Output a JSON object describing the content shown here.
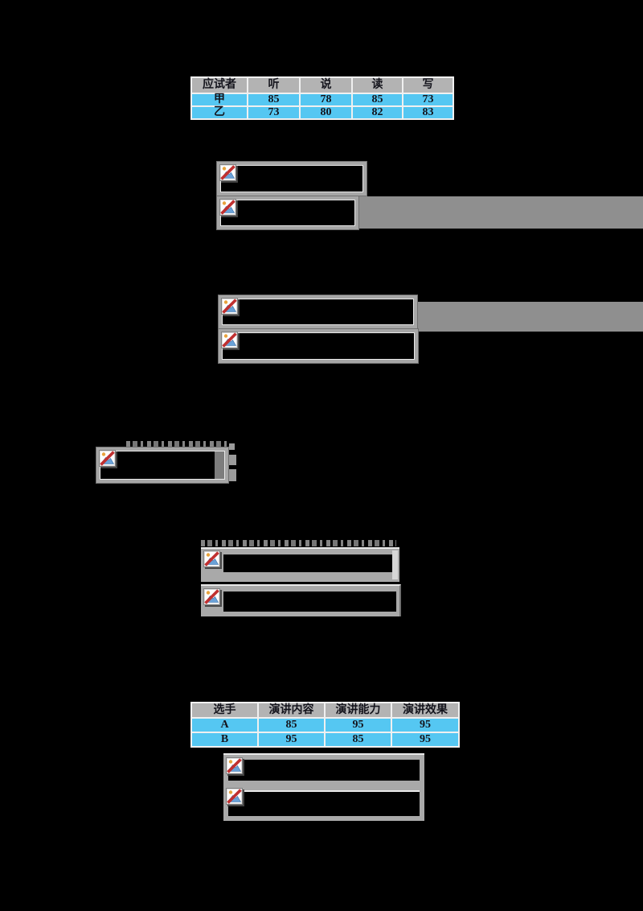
{
  "page": {
    "background_color": "#000000",
    "description_labels": {
      "placeholder": "broken-image-placeholder"
    }
  },
  "colors": {
    "table_header_gray": "#b3b3b3",
    "table_row_cyan": "#55c7f2",
    "cell_border_white": "#f0f0f0",
    "frame_silver": "#a6a6a6",
    "slab_gray": "#8f8f8f",
    "panel_gray": "#a9a9a9",
    "icon_slash_red": "#c03030",
    "icon_mountain_blue": "#6aa2d8",
    "icon_sun_orange": "#e8a33d"
  },
  "tables": {
    "language_scores": {
      "headers": [
        "应试者",
        "听",
        "说",
        "读",
        "写"
      ],
      "rows": [
        [
          "甲",
          "85",
          "78",
          "85",
          "73"
        ],
        [
          "乙",
          "73",
          "80",
          "82",
          "83"
        ]
      ]
    },
    "speech_scores": {
      "headers": [
        "选手",
        "演讲内容",
        "演讲能力",
        "演讲效果"
      ],
      "rows": [
        [
          "A",
          "85",
          "95",
          "95"
        ],
        [
          "B",
          "95",
          "85",
          "95"
        ]
      ]
    }
  },
  "icons": {
    "broken_image": "broken-image-icon"
  }
}
